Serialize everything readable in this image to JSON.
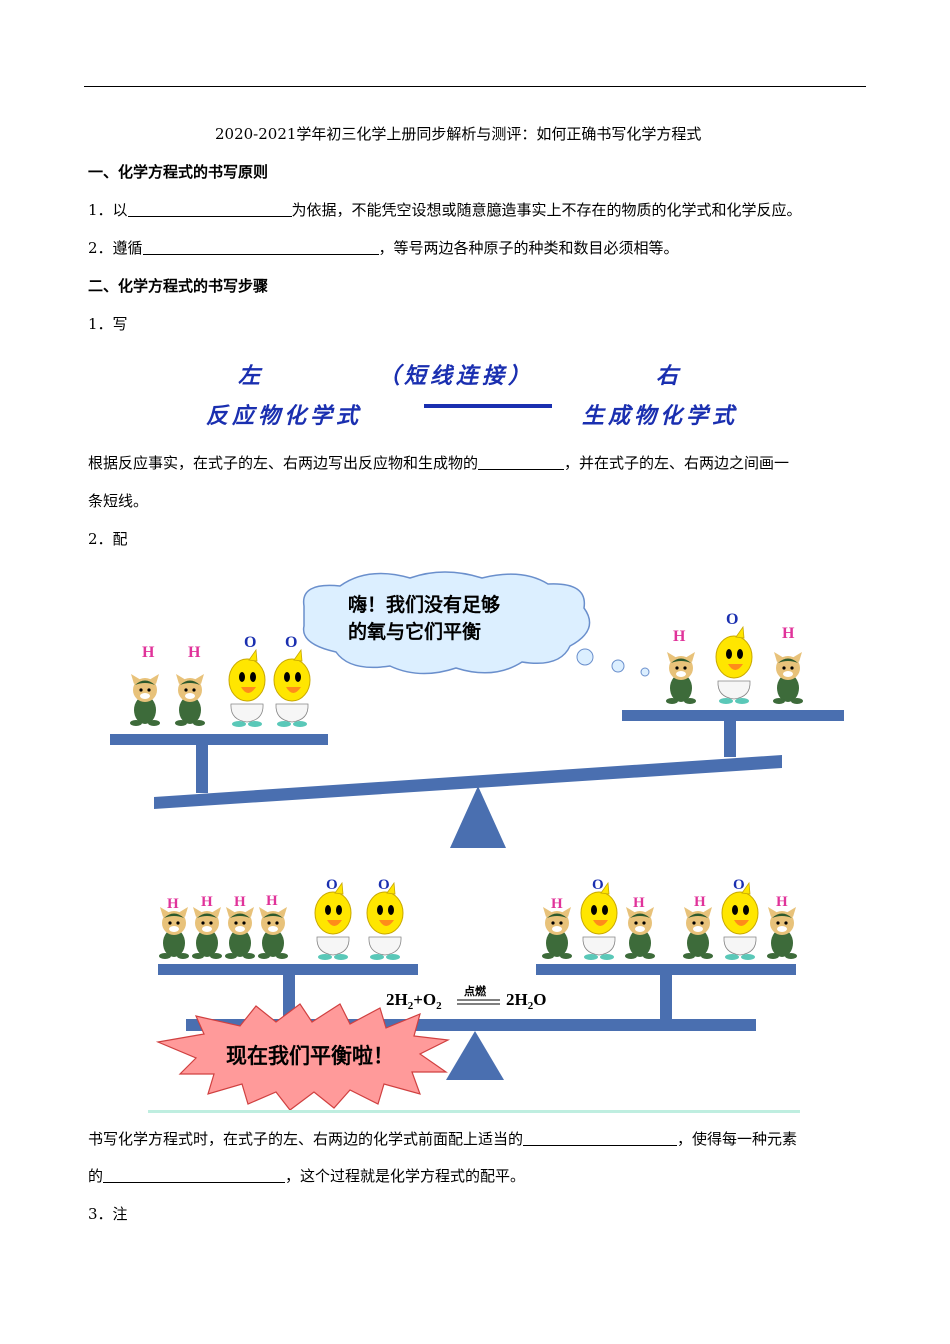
{
  "doc_title": "2020-2021学年初三化学上册同步解析与测评：如何正确书写化学方程式",
  "section1": {
    "heading": "一、化学方程式的书写原则",
    "item1_pre": "1．以",
    "item1_post": "为依据，不能凭空设想或随意臆造事实上不存在的物质的化学式和化学反应。",
    "item2_pre": "2．遵循",
    "item2_post": "，等号两边各种原子的种类和数目必须相等。"
  },
  "section2": {
    "heading": "二、化学方程式的书写步骤",
    "step1": "1．写",
    "figure_write": {
      "left": "左",
      "middle": "（短线连接）",
      "right": "右",
      "reactants": "反应物化学式",
      "products": "生成物化学式"
    },
    "step1_text_pre": "根据反应事实，在式子的左、右两边写出反应物和生成物的",
    "step1_text_post": "，并在式子的左、右两边之间画一",
    "step1_text_line2": "条短线。",
    "step2": "2．配",
    "figure_balance": {
      "bubble_line1": "嗨！我们没有足够",
      "bubble_line2": "的氧与它们平衡",
      "h": "H",
      "o": "O",
      "eq_left": "2H",
      "eq_sub2": "2",
      "eq_plus": "+O",
      "eq_condition": "点燃",
      "eq_right": "2H",
      "eq_o": "O",
      "burst": "现在我们平衡啦！",
      "colors": {
        "beam": "#4a6fb0",
        "h_label": "#e0339a",
        "o_label": "#1a2fb0",
        "bird": "#ffe600",
        "bubble": "#dcefff",
        "burst": "#ff9a9a"
      }
    },
    "step2_text_pre": "书写化学方程式时，在式子的左、右两边的化学式前面配上适当的",
    "step2_text_post": "，使得每一种元素",
    "step2_line2_pre": "的",
    "step2_line2_post": "，这个过程就是化学方程式的配平。",
    "step3": "3．注"
  }
}
